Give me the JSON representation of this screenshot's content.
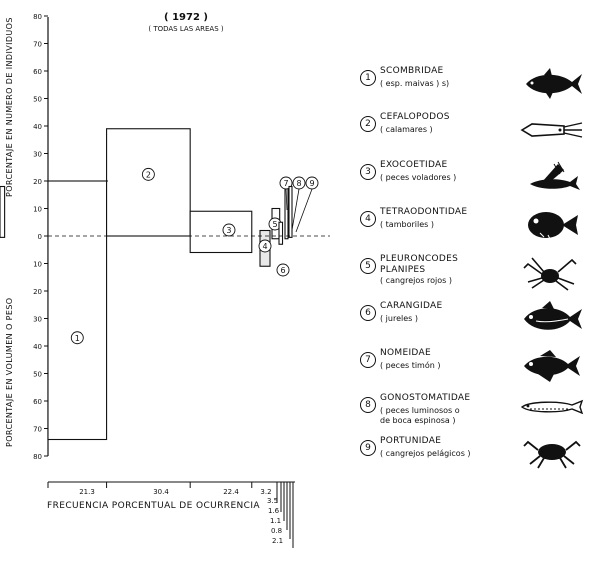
{
  "header": {
    "year": "( 1972 )",
    "area": "( TODAS LAS AREAS )"
  },
  "colors": {
    "ink": "#111111",
    "background": "#ffffff"
  },
  "chart_data": {
    "type": "bar",
    "subtype": "index of relative importance (bars above and below a zero line)",
    "ylabel_upper": "PORCENTAJE EN NUMERO DE INDIVIDUOS",
    "ylabel_lower": "PORCENTAJE EN VOLUMEN O PESO",
    "xlabel": "FRECUENCIA PORCENTUAL DE OCURRENCIA",
    "y_ticks_upper": [
      "80",
      "70",
      "60",
      "50",
      "40",
      "30",
      "20",
      "10",
      "0"
    ],
    "y_ticks_lower": [
      "10",
      "20",
      "30",
      "40",
      "50",
      "60",
      "70",
      "80"
    ],
    "ylim": [
      -80,
      80
    ],
    "xlim": [
      0,
      90
    ],
    "x_labels": [
      "21.3",
      "30.4",
      "22.4",
      "3.2",
      "3.5",
      "1.6",
      "1.1",
      "0.8",
      "2.1"
    ],
    "grid": false,
    "legend_position": "right",
    "bars": [
      {
        "num": "1",
        "frequency": 21.3,
        "number_pct": 20,
        "volume_pct": 74
      },
      {
        "num": "2",
        "frequency": 30.4,
        "number_pct": 39,
        "volume_pct": 0
      },
      {
        "num": "3",
        "frequency": 22.4,
        "number_pct": 9,
        "volume_pct": 6
      },
      {
        "num": "4",
        "frequency": 3.2,
        "number_pct": 2,
        "volume_pct": 11
      },
      {
        "num": "5",
        "frequency": 3.5,
        "number_pct": 10,
        "volume_pct": 1
      },
      {
        "num": "6",
        "frequency": 1.6,
        "number_pct": 5,
        "volume_pct": 3
      },
      {
        "num": "7",
        "frequency": 1.1,
        "number_pct": 18,
        "volume_pct": 1
      },
      {
        "num": "8",
        "frequency": 0.8,
        "number_pct": 18,
        "volume_pct": 0.5
      },
      {
        "num": "9",
        "frequency": 2.1,
        "number_pct": 18,
        "volume_pct": 0.5
      }
    ]
  },
  "legend": [
    {
      "num": "1",
      "name": "SCOMBRIDAE",
      "common": "( esp. maivas ) s)",
      "icon": "tuna-icon"
    },
    {
      "num": "2",
      "name": "CEFALOPODOS",
      "common": "( calamares )",
      "icon": "squid-icon"
    },
    {
      "num": "3",
      "name": "EXOCOETIDAE",
      "common": "( peces voladores )",
      "icon": "flying-fish-icon"
    },
    {
      "num": "4",
      "name": "TETRAODONTIDAE",
      "common": "( tamboriles )",
      "icon": "pufferfish-icon"
    },
    {
      "num": "5",
      "name": "PLEURONCODES\nPLANIPES",
      "common": "( cangrejos rojos )",
      "icon": "red-crab-icon"
    },
    {
      "num": "6",
      "name": "CARANGIDAE",
      "common": "( jureles )",
      "icon": "jack-fish-icon"
    },
    {
      "num": "7",
      "name": "NOMEIDAE",
      "common": "( peces timón )",
      "icon": "driftfish-icon"
    },
    {
      "num": "8",
      "name": "GONOSTOMATIDAE",
      "common": "( peces luminosos o\nde boca  espinosa )",
      "icon": "bristlemouth-icon"
    },
    {
      "num": "9",
      "name": "PORTUNIDAE",
      "common": "( cangrejos pelágicos )",
      "icon": "swimming-crab-icon"
    }
  ]
}
